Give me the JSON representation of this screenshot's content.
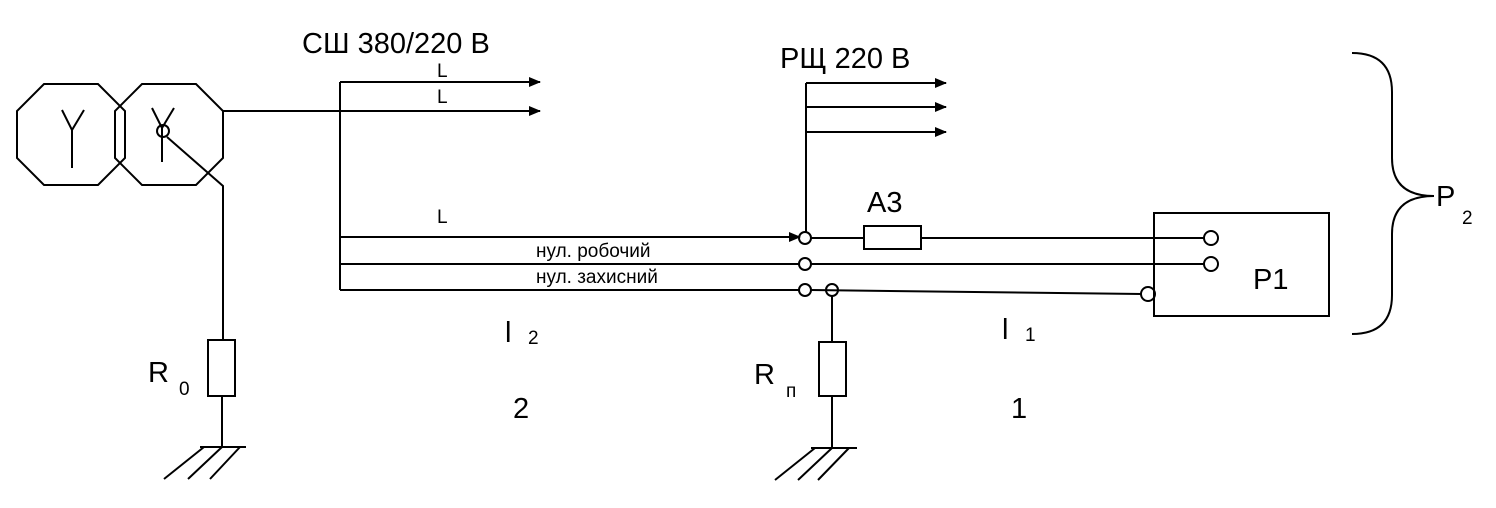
{
  "labels": {
    "main_bus": "СШ 380/220 В",
    "dist_board": "РЩ 220 В",
    "phase_1": "L",
    "phase_2": "L",
    "phase_3": "L",
    "neutral_working": "нул. робочий",
    "neutral_protective": "нул. захисний",
    "protection_device": "А3",
    "load": "Р1",
    "load_group": "Р",
    "load_group_sub": "2",
    "r0": "R",
    "r0_sub": "0",
    "rp": "R",
    "rp_sub": "п",
    "l2": "l",
    "l2_sub": "2",
    "l1": "l",
    "l1_sub": "1",
    "section_2": "2",
    "section_1": "1"
  },
  "colors": {
    "line": "#000000",
    "background": "#ffffff"
  }
}
